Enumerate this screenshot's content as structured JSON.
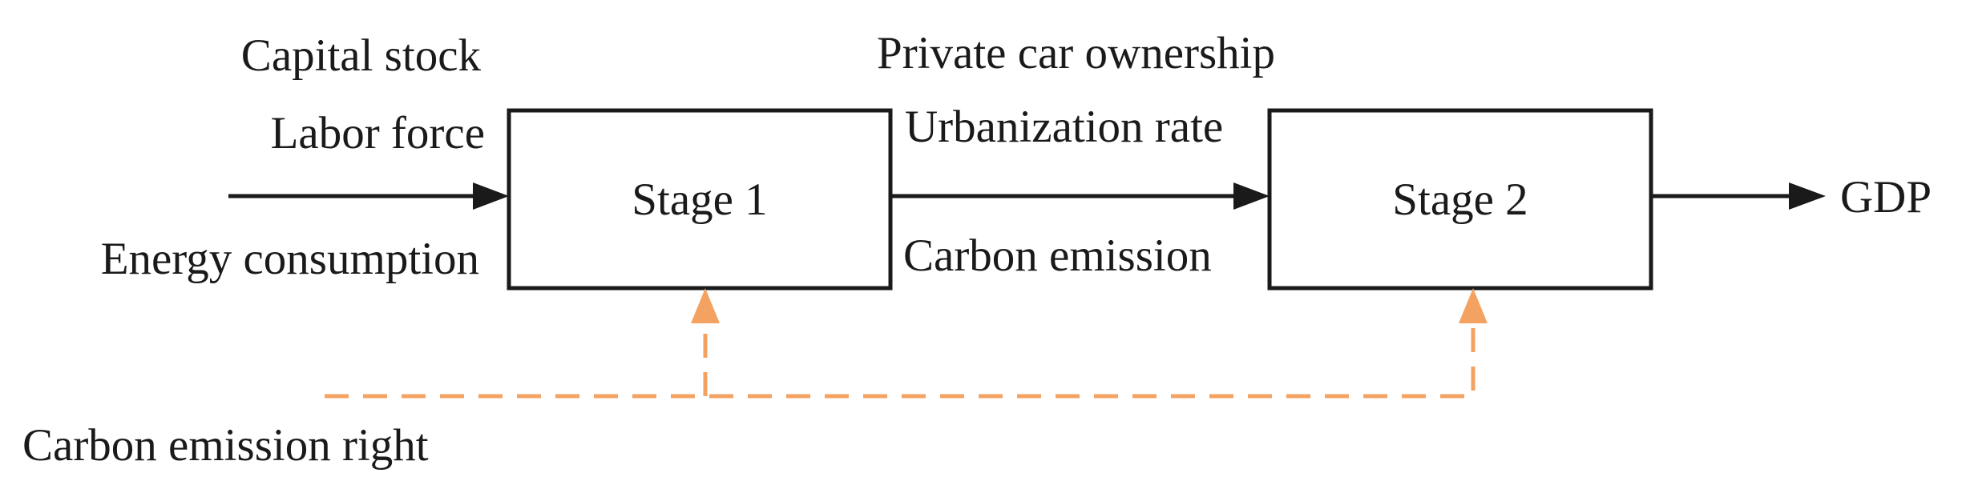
{
  "diagram": {
    "nodes": {
      "stage1": "Stage 1",
      "stage2": "Stage 2"
    },
    "inputs": {
      "capital_stock": "Capital stock",
      "labor_force": "Labor force",
      "energy_consumption": "Energy consumption"
    },
    "intermediates": {
      "private_car_ownership": "Private car ownership",
      "urbanization_rate": "Urbanization rate",
      "carbon_emission": "Carbon emission"
    },
    "output": {
      "gdp": "GDP"
    },
    "shared_input": {
      "carbon_emission_right": "Carbon emission right"
    },
    "colors": {
      "flow": "#1a1a1a",
      "shared_input": "#f4a261"
    }
  }
}
